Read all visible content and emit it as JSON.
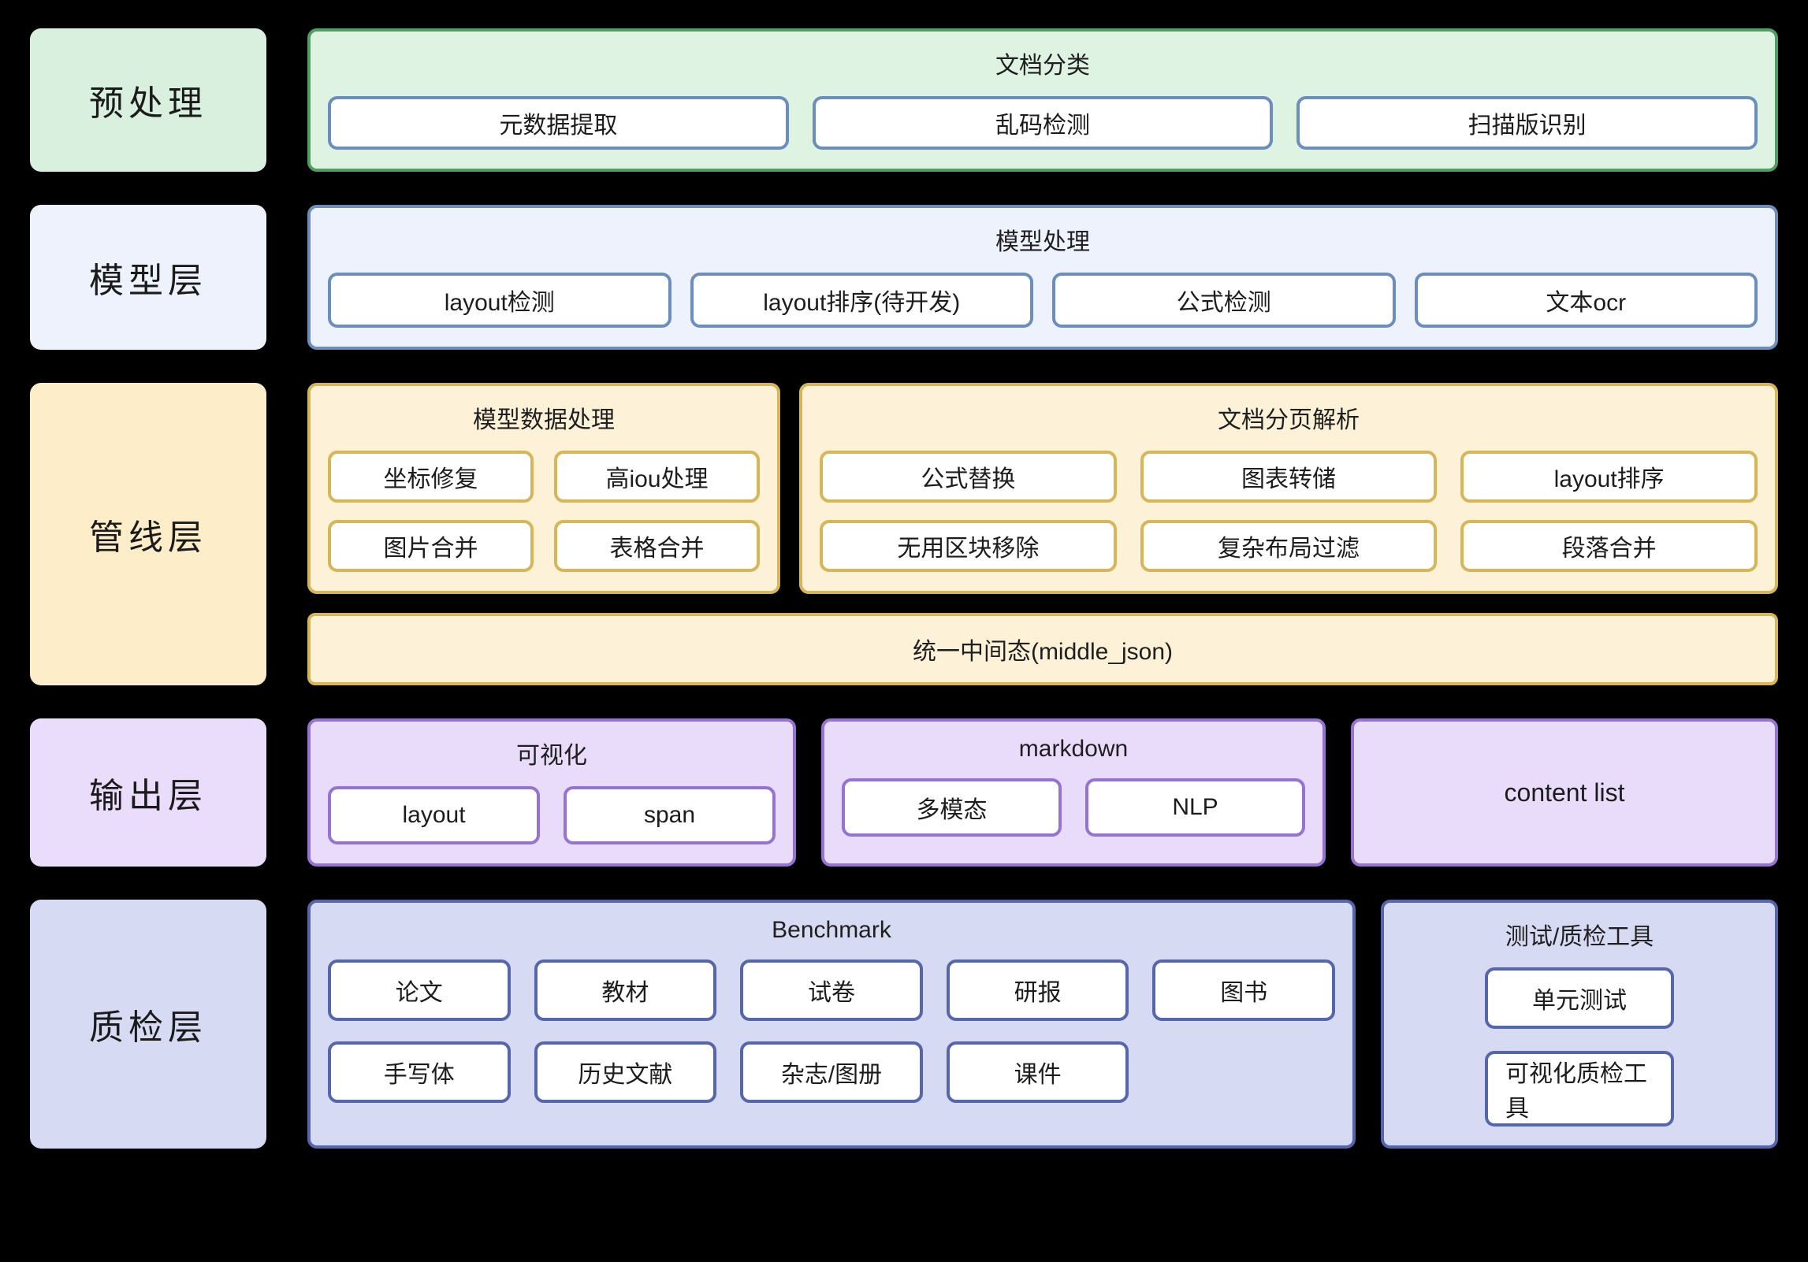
{
  "layers": [
    {
      "label": "预处理",
      "groups": [
        {
          "title": "文档分类",
          "items": [
            "元数据提取",
            "乱码检测",
            "扫描版识别"
          ]
        }
      ]
    },
    {
      "label": "模型层",
      "groups": [
        {
          "title": "模型处理",
          "items": [
            "layout检测",
            "layout排序(待开发)",
            "公式检测",
            "文本ocr"
          ]
        }
      ]
    },
    {
      "label": "管线层",
      "groups": [
        {
          "title": "模型数据处理",
          "items": [
            "坐标修复",
            "高iou处理",
            "图片合并",
            "表格合并"
          ]
        },
        {
          "title": "文档分页解析",
          "items": [
            "公式替换",
            "图表转储",
            "layout排序",
            "无用区块移除",
            "复杂布局过滤",
            "段落合并"
          ]
        }
      ],
      "middle_bar": "统一中间态(middle_json)"
    },
    {
      "label": "输出层",
      "groups": [
        {
          "title": "可视化",
          "items": [
            "layout",
            "span"
          ]
        },
        {
          "title": "markdown",
          "items": [
            "多模态",
            "NLP"
          ]
        }
      ],
      "standalone": "content list"
    },
    {
      "label": "质检层",
      "groups": [
        {
          "title": "Benchmark",
          "items": [
            "论文",
            "教材",
            "试卷",
            "研报",
            "图书",
            "手写体",
            "历史文献",
            "杂志/图册",
            "课件"
          ]
        },
        {
          "title": "测试/质检工具",
          "items": [
            "单元测试",
            "可视化质检工具"
          ]
        }
      ]
    }
  ],
  "colors": {
    "background": "#000000",
    "green_fill": "#dff3e3",
    "green_border": "#4f9e63",
    "blue_fill": "#eef2fc",
    "blue_border": "#6c8ebf",
    "yellow_fill": "#fdf2d8",
    "yellow_border": "#d6b656",
    "purple_fill": "#e9dcfb",
    "purple_border": "#9673d3",
    "indigo_fill": "#d6daf3",
    "indigo_border": "#5566ac",
    "chip_fill": "#ffffff",
    "text": "#1c1c1c"
  }
}
